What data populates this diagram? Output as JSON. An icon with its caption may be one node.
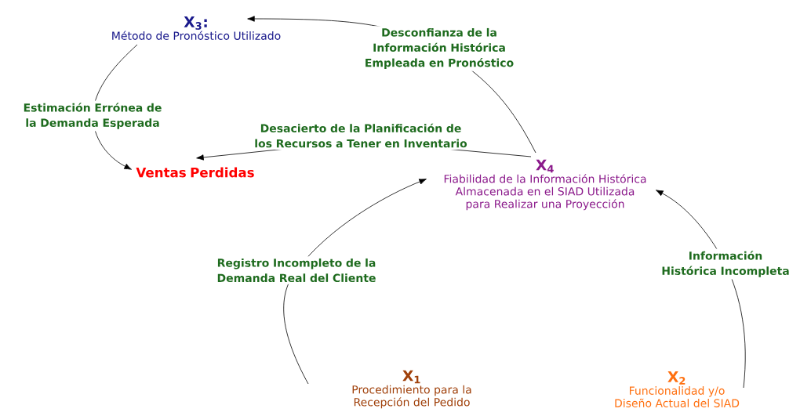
{
  "diagram": {
    "nodes": [
      {
        "text": [
          "X$_{3}$:",
          "Método de Pronóstico Utilizado"
        ]
      },
      {
        "text": [
          "Ventas Perdidas"
        ]
      },
      {
        "text": [
          "X$_{4}$",
          "Fiabilidad de la Información Histórica Almacenada en el SIAD Utilizada para Realizar una Proyección"
        ]
      },
      {
        "text": [
          "X$_{1}$",
          "Procedimiento para la Recepción del Pedido"
        ]
      },
      {
        "text": [
          "X$_{2}$",
          "Funcionalidad y/o Diseño Actual del SIAD"
        ]
      }
    ],
    "edges": [
      {
        "from": 2,
        "to": 0,
        "arrow": "to",
        "label": "Desconfianza de la Información Histórica Empleada en Pronóstico"
      },
      {
        "from": 0,
        "to": 1,
        "arrow": "to",
        "label": "Estimación Errónea de la Demanda Esperada"
      },
      {
        "from": 2,
        "to": 1,
        "arrow": "to",
        "label": "Desacierto de la Planificación de los Recursos a Tener en Inventario"
      },
      {
        "from": 3,
        "to": 2,
        "arrow": "to",
        "label": "Registro Incompleto de la Demanda Real del Cliente"
      },
      {
        "from": 4,
        "to": 2,
        "arrow": "to",
        "label": "Información Histórica Incompleta"
      }
    ]
  }
}
